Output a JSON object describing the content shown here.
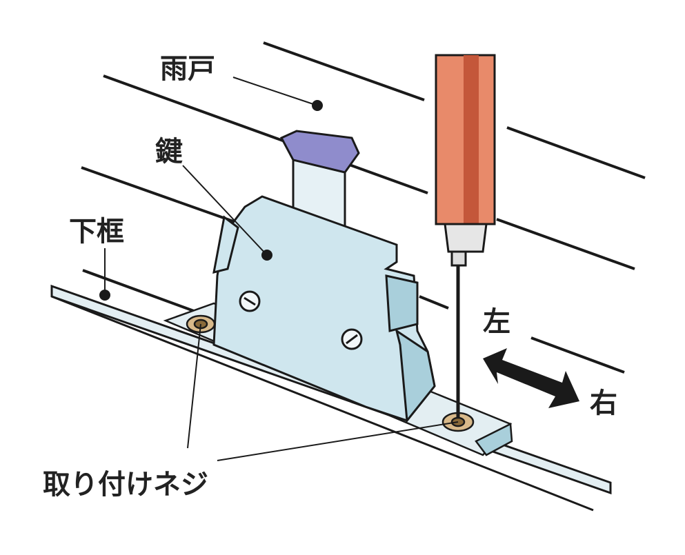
{
  "labels": {
    "shutter": "雨戸",
    "lock": "鍵",
    "lower_frame": "下框",
    "left": "左",
    "right": "右",
    "mounting_screw": "取り付けネジ"
  },
  "colors": {
    "line": "#1a1a1a",
    "lock_body": "#cfe6ee",
    "lock_shade": "#a9cfdb",
    "knob": "#8f8ccc",
    "handle": "#e88a6a",
    "handle_dark": "#c4573a",
    "screw": "#d8b98a",
    "frame": "#e3eef2"
  }
}
